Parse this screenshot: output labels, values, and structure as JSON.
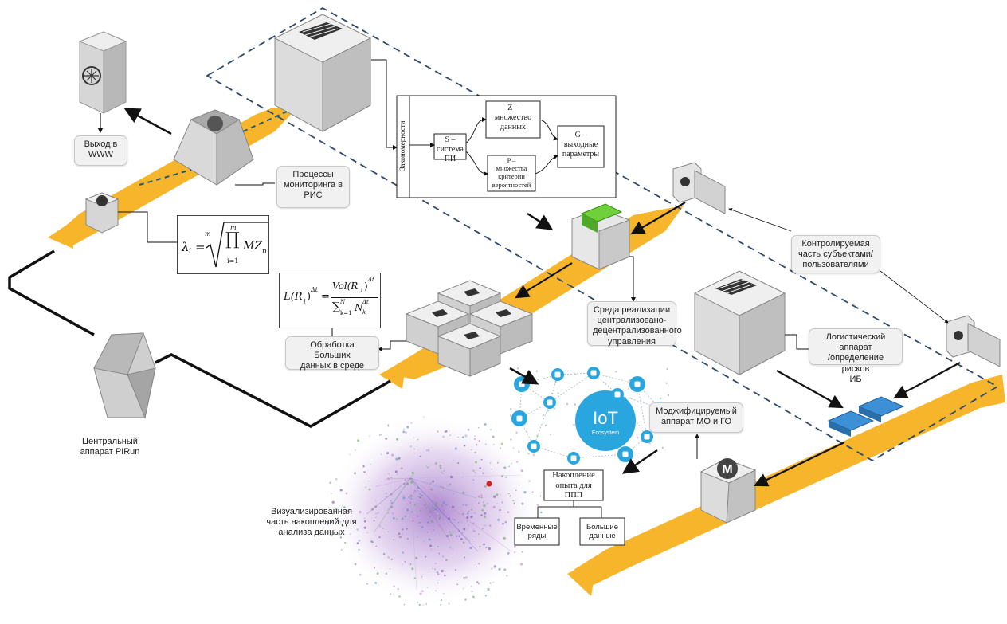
{
  "labels": {
    "www_exit": "Выход в\nWWW",
    "monitoring": "Процессы\nмониторинга в\nРИС",
    "central_apparatus": "Центральный\nаппарат PIRun",
    "bigdata_processing": "Обработка Больших\nданных в среде",
    "environment": "Среда реализации\nцентрализовано-\nдецентрализованного\nуправления",
    "controlled_part": "Контролируемая\nчасть субъектами/\nпользователями",
    "logistic_apparatus": "Логистический аппарат\n/определение рисков\nИБ",
    "modifiable_apparatus": "Моджифицируемый\nаппарат МО и ГО",
    "visualized_part": "Визуализированная\nчасть накоплений для\nанализа данных"
  },
  "ai_system_diagram": {
    "vertical_label": "Закономерности",
    "s_node": "S –\nсистема ПИ",
    "z_node": "Z –\nмножество\nданных",
    "p_node": "P –\nмножества\nкритерии\nвероятностей",
    "g_node": "G –\nвыходные\nпараметры"
  },
  "accumulation_tree": {
    "root": "Накопление\nопыта для\nППП",
    "left_leaf": "Временные\nряды",
    "right_leaf": "Большие\nданные"
  },
  "formulas": {
    "lambda_lhs": "λ",
    "lambda_sub": "i",
    "lambda_root_index": "m",
    "lambda_prod_top": "m",
    "lambda_prod_bottom": "i=1",
    "lambda_body": "MZ",
    "lambda_body_sub": "n",
    "l_lhs": "L(R",
    "l_lhs_sub": "i",
    "l_lhs_sup": "Δt",
    "l_num": "Vol(R",
    "l_num_sub": "i",
    "l_num_sup": "Δt",
    "l_den_sum": "∑",
    "l_den_top": "N",
    "l_den_bottom": "k=1",
    "l_den_body": "N",
    "l_den_sub": "k",
    "l_den_sup": "Δt"
  },
  "iot": {
    "logo_main": "IoT",
    "logo_sub": "Ecosystem"
  },
  "device_letters": {
    "m_device": "M"
  },
  "colors": {
    "track": "#f7b52c",
    "dashed_region": "#2c4a6e",
    "device_light": "#e2e2e2",
    "device_mid": "#c8c8c8",
    "device_dark": "#a9a9a9",
    "iot_blue": "#2aa6df",
    "chip_blue": "#2f80c8",
    "green_block": "#6fd13a"
  }
}
